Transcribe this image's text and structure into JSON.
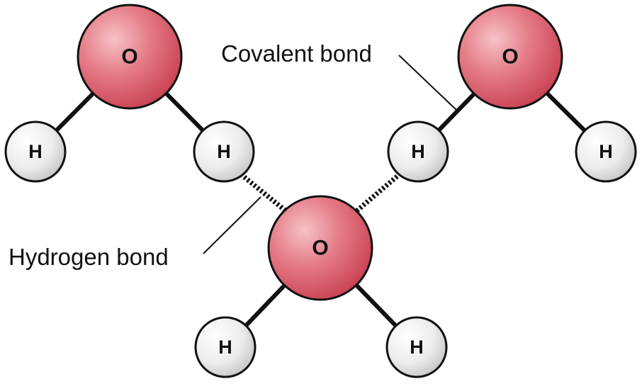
{
  "diagram": {
    "atoms": {
      "oxygen_symbol": "O",
      "hydrogen_symbol": "H"
    },
    "labels": {
      "covalent_bond": "Covalent bond",
      "hydrogen_bond": "Hydrogen bond"
    },
    "colors": {
      "oxygen_fill": "#d9505f",
      "oxygen_highlight": "#f6c2c8",
      "hydrogen_fill": "#e6e6e6",
      "hydrogen_highlight": "#ffffff",
      "bond": "#111111"
    }
  }
}
